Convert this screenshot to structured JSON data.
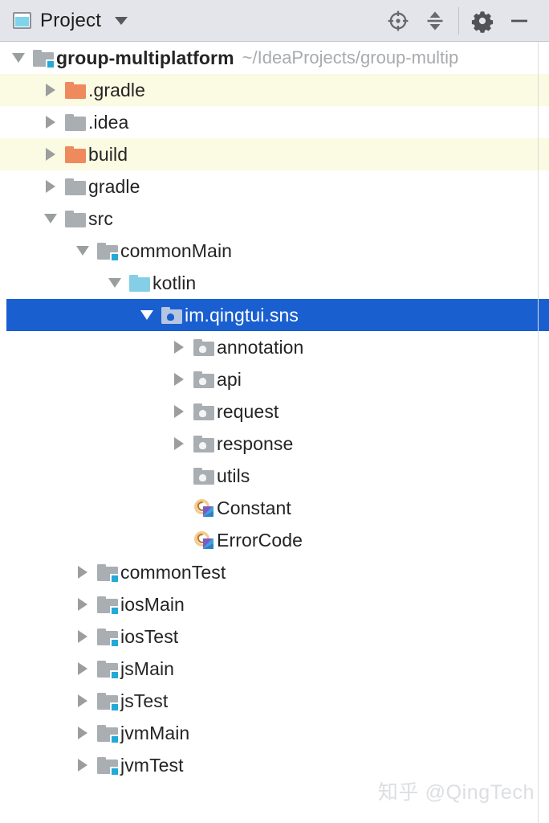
{
  "toolbar": {
    "panel_icon": "project-panel-icon",
    "title": "Project",
    "dropdown_icon": "chevron-down-icon",
    "buttons": [
      {
        "name": "select-opened-file-button",
        "icon": "crosshair-target-icon"
      },
      {
        "name": "collapse-all-button",
        "icon": "collapse-all-icon"
      },
      {
        "name": "settings-button",
        "icon": "gear-icon"
      },
      {
        "name": "hide-button",
        "icon": "minimize-icon"
      }
    ]
  },
  "tree": {
    "nodes": [
      {
        "label": "group-multiplatform",
        "path": "~/IdeaProjects/group-multip",
        "depth": 0,
        "icon": "module-folder",
        "state": "expanded",
        "bold": true,
        "row": "normal"
      },
      {
        "label": ".gradle",
        "path": "",
        "depth": 1,
        "icon": "folder-orange",
        "state": "collapsed",
        "bold": false,
        "row": "excluded"
      },
      {
        "label": ".idea",
        "path": "",
        "depth": 1,
        "icon": "folder-gray",
        "state": "collapsed",
        "bold": false,
        "row": "normal"
      },
      {
        "label": "build",
        "path": "",
        "depth": 1,
        "icon": "folder-orange",
        "state": "collapsed",
        "bold": false,
        "row": "excluded"
      },
      {
        "label": "gradle",
        "path": "",
        "depth": 1,
        "icon": "folder-gray",
        "state": "collapsed",
        "bold": false,
        "row": "normal"
      },
      {
        "label": "src",
        "path": "",
        "depth": 1,
        "icon": "folder-gray",
        "state": "expanded",
        "bold": false,
        "row": "normal"
      },
      {
        "label": "commonMain",
        "path": "",
        "depth": 2,
        "icon": "source-root",
        "state": "expanded",
        "bold": false,
        "row": "normal"
      },
      {
        "label": "kotlin",
        "path": "",
        "depth": 3,
        "icon": "folder-cyan",
        "state": "expanded",
        "bold": false,
        "row": "normal"
      },
      {
        "label": "im.qingtui.sns",
        "path": "",
        "depth": 4,
        "icon": "package",
        "state": "expanded",
        "bold": false,
        "row": "selected"
      },
      {
        "label": "annotation",
        "path": "",
        "depth": 5,
        "icon": "package",
        "state": "collapsed",
        "bold": false,
        "row": "normal"
      },
      {
        "label": "api",
        "path": "",
        "depth": 5,
        "icon": "package",
        "state": "collapsed",
        "bold": false,
        "row": "normal"
      },
      {
        "label": "request",
        "path": "",
        "depth": 5,
        "icon": "package",
        "state": "collapsed",
        "bold": false,
        "row": "normal"
      },
      {
        "label": "response",
        "path": "",
        "depth": 5,
        "icon": "package",
        "state": "collapsed",
        "bold": false,
        "row": "normal"
      },
      {
        "label": "utils",
        "path": "",
        "depth": 5,
        "icon": "package",
        "state": "leaf",
        "bold": false,
        "row": "normal"
      },
      {
        "label": "Constant",
        "path": "",
        "depth": 5,
        "icon": "kotlin-object",
        "state": "leaf",
        "bold": false,
        "row": "normal"
      },
      {
        "label": "ErrorCode",
        "path": "",
        "depth": 5,
        "icon": "kotlin-object",
        "state": "leaf",
        "bold": false,
        "row": "normal"
      },
      {
        "label": "commonTest",
        "path": "",
        "depth": 2,
        "icon": "source-root",
        "state": "collapsed",
        "bold": false,
        "row": "normal"
      },
      {
        "label": "iosMain",
        "path": "",
        "depth": 2,
        "icon": "source-root",
        "state": "collapsed",
        "bold": false,
        "row": "normal"
      },
      {
        "label": "iosTest",
        "path": "",
        "depth": 2,
        "icon": "source-root",
        "state": "collapsed",
        "bold": false,
        "row": "normal"
      },
      {
        "label": "jsMain",
        "path": "",
        "depth": 2,
        "icon": "source-root",
        "state": "collapsed",
        "bold": false,
        "row": "normal"
      },
      {
        "label": "jsTest",
        "path": "",
        "depth": 2,
        "icon": "source-root",
        "state": "collapsed",
        "bold": false,
        "row": "normal"
      },
      {
        "label": "jvmMain",
        "path": "",
        "depth": 2,
        "icon": "source-root",
        "state": "collapsed",
        "bold": false,
        "row": "normal"
      },
      {
        "label": "jvmTest",
        "path": "",
        "depth": 2,
        "icon": "source-root",
        "state": "collapsed",
        "bold": false,
        "row": "normal"
      }
    ]
  },
  "watermark": {
    "text": "知乎 @QingTech"
  },
  "colors": {
    "toolbar_bg": "#e3e5ea",
    "selection_bg": "#1a5fd0",
    "excluded_row_bg": "#fbfae2",
    "folder_gray": "#a9aeb3",
    "folder_orange": "#ee8a5c",
    "folder_cyan": "#84cfe6",
    "source_root_badge": "#24a9d6",
    "path_text": "#a8abae",
    "label_text": "#242424"
  }
}
